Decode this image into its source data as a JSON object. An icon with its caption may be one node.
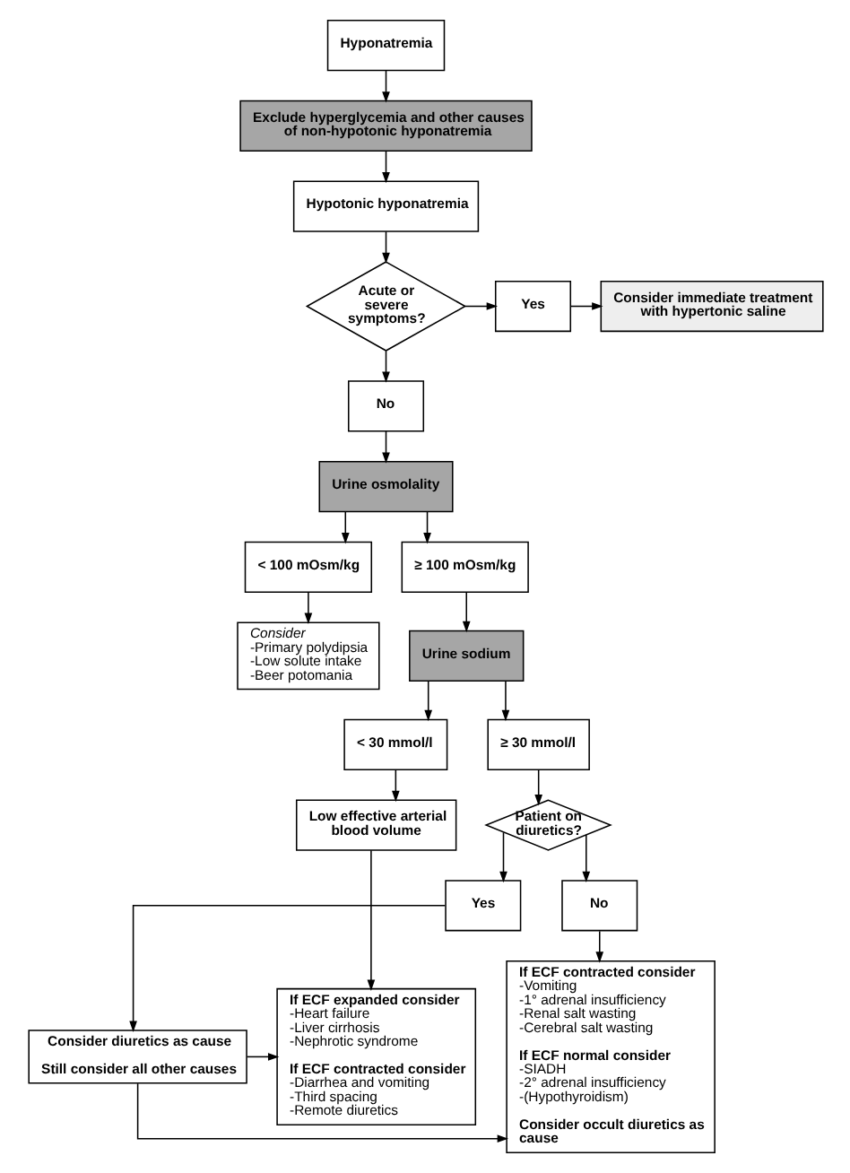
{
  "diagram": {
    "nodes": [
      {
        "text": [
          "Hyponatremia"
        ]
      },
      {
        "text": [
          "Exclude hyperglycemia and other causes of non-hypotonic hyponatremia"
        ]
      },
      {
        "text": [
          "Hypotonic hyponatremia"
        ]
      },
      {
        "text": [
          "Acute or severe symptoms?"
        ]
      },
      {
        "text": [
          "Yes"
        ]
      },
      {
        "text": [
          "Consider immediate treatment with hypertonic saline"
        ]
      },
      {
        "text": [
          "No"
        ]
      },
      {
        "text": [
          "Urine osmolality"
        ]
      },
      {
        "text": [
          "< 100 mOsm/kg"
        ]
      },
      {
        "text": [
          "≥ 100 mOsm/kg"
        ]
      },
      {
        "text": [
          "Consider",
          "-Primary polydipsia",
          "-Low solute intake",
          "-Beer potomania"
        ]
      },
      {
        "text": [
          "Urine sodium"
        ]
      },
      {
        "text": [
          "< 30 mmol/l"
        ]
      },
      {
        "text": [
          "≥ 30 mmol/l"
        ]
      },
      {
        "text": [
          "Patient on diuretics?"
        ]
      },
      {
        "text": [
          "Low effective arterial blood volume"
        ]
      },
      {
        "text": [
          "Yes"
        ]
      },
      {
        "text": [
          "No"
        ]
      },
      {
        "text": [
          "If ECF expanded consider",
          "-Heart failure",
          "-Liver cirrhosis",
          "-Nephrotic syndrome",
          "If ECF contracted consider",
          "-Diarrhea and vomiting",
          "-Third spacing",
          "-Remote diuretics"
        ]
      },
      {
        "text": [
          "Consider diuretics as cause",
          "Still consider all other causes"
        ]
      },
      {
        "text": [
          "If ECF contracted consider",
          "-Vomiting",
          "-1° adrenal insufficiency",
          "-Renal salt wasting",
          "-Cerebral salt wasting",
          "If ECF normal consider",
          "-SIADH",
          "-2° adrenal insufficiency",
          "-(Hypothyroidism)",
          "Consider occult diuretics as cause"
        ]
      }
    ],
    "edges": [
      {
        "from": 0,
        "to": 1,
        "arrow": "to"
      },
      {
        "from": 1,
        "to": 2,
        "arrow": "to"
      },
      {
        "from": 2,
        "to": 3,
        "arrow": "to"
      },
      {
        "from": 3,
        "to": 4,
        "arrow": "to"
      },
      {
        "from": 4,
        "to": 5,
        "arrow": "to"
      },
      {
        "from": 3,
        "to": 6,
        "arrow": "to"
      },
      {
        "from": 6,
        "to": 7,
        "arrow": "to"
      },
      {
        "from": 7,
        "to": 8,
        "arrow": "to"
      },
      {
        "from": 7,
        "to": 9,
        "arrow": "to"
      },
      {
        "from": 8,
        "to": 10,
        "arrow": "to"
      },
      {
        "from": 9,
        "to": 11,
        "arrow": "to"
      },
      {
        "from": 11,
        "to": 12,
        "arrow": "to"
      },
      {
        "from": 11,
        "to": 13,
        "arrow": "to"
      },
      {
        "from": 13,
        "to": 14,
        "arrow": "to"
      },
      {
        "from": 12,
        "to": 15,
        "arrow": "to"
      },
      {
        "from": 15,
        "to": 18,
        "arrow": "to"
      },
      {
        "from": 14,
        "to": 16,
        "arrow": "to"
      },
      {
        "from": 14,
        "to": 17,
        "arrow": "to"
      },
      {
        "from": 16,
        "to": 19,
        "arrow": "to"
      },
      {
        "from": 19,
        "to": 18,
        "arrow": "to"
      },
      {
        "from": 19,
        "to": 20,
        "arrow": "to"
      },
      {
        "from": 17,
        "to": 20,
        "arrow": "to"
      }
    ]
  }
}
